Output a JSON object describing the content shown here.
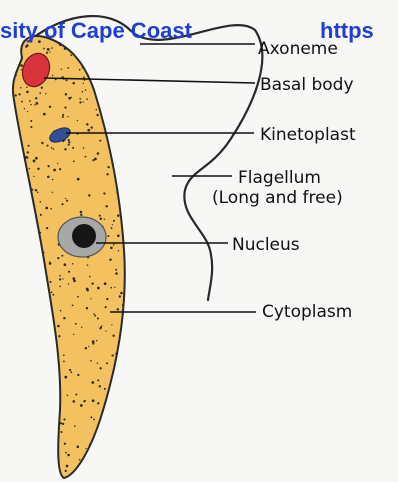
{
  "watermark": {
    "left": "sity of Cape Coast",
    "right": "https"
  },
  "labels": {
    "axoneme": "Axoneme",
    "basal_body": "Basal body",
    "kinetoplast": "Kinetoplast",
    "flagellum_1": "Flagellum",
    "flagellum_2": "(Long and free)",
    "nucleus": "Nucleus",
    "cytoplasm": "Cytoplasm"
  },
  "colors": {
    "cytoplasm": "#f3c15f",
    "basal_body": "#d9343b",
    "kinetoplast": "#2f4f9a",
    "nucleus_halo": "#a8a8a8",
    "nucleus_core": "#151515",
    "watermark": "#1e3fd0"
  }
}
